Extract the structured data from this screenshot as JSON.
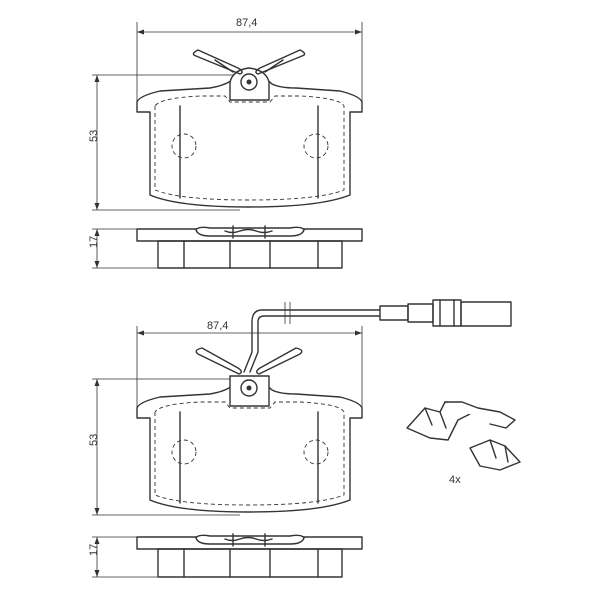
{
  "colors": {
    "line": "#333333",
    "background": "#ffffff"
  },
  "top_view": {
    "width_label": "87,4",
    "height_label": "53",
    "thickness_label": "17"
  },
  "bottom_view": {
    "width_label": "87,4",
    "height_label": "53",
    "thickness_label": "17"
  },
  "accessory": {
    "quantity_label": "4x"
  }
}
